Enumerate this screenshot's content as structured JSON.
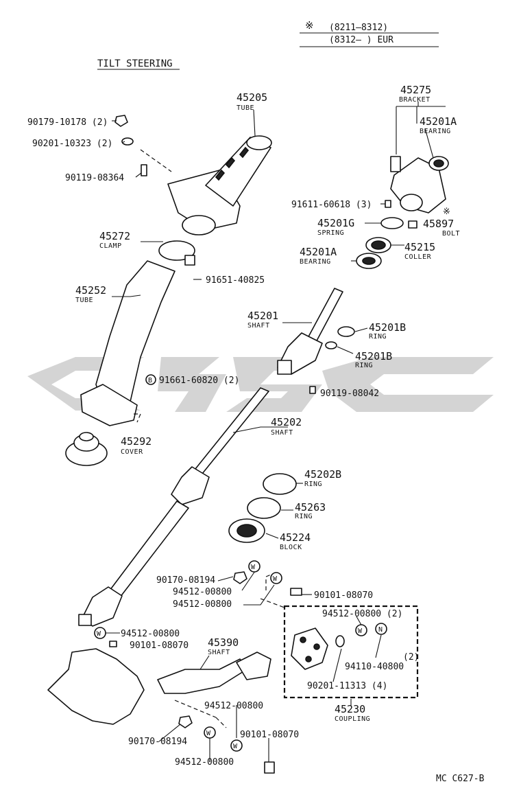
{
  "header": {
    "symbol": "※",
    "range_1": "(8211–8312)",
    "range_2": "(8312–        ) EUR",
    "title": "TILT STEERING"
  },
  "labels": {
    "p45205": {
      "num": "45205",
      "name": "TUBE"
    },
    "p90179": {
      "num": "90179-10178 (2)"
    },
    "p90201a": {
      "num": "90201-10323 (2)"
    },
    "p90119a": {
      "num": "90119-08364"
    },
    "p45272": {
      "num": "45272",
      "name": "CLAMP"
    },
    "p91651": {
      "num": "91651-40825"
    },
    "p45252": {
      "num": "45252",
      "name": "TUBE"
    },
    "p91661": {
      "num": "91661-60820 (2)",
      "mark": "B"
    },
    "p45292": {
      "num": "45292",
      "name": "COVER"
    },
    "p45275": {
      "num": "45275",
      "name": "BRACKET"
    },
    "p45201A_top": {
      "num": "45201A",
      "name": "BEARING"
    },
    "p91611": {
      "num": "91611-60618 (3)"
    },
    "p45201G": {
      "num": "45201G",
      "name": "SPRING"
    },
    "p45897": {
      "num": "45897",
      "name": "BOLT",
      "mark": "※"
    },
    "p45201A_bot": {
      "num": "45201A",
      "name": "BEARING"
    },
    "p45215": {
      "num": "45215",
      "name": "COLLER"
    },
    "p45201": {
      "num": "45201",
      "name": "SHAFT"
    },
    "p45201B_a": {
      "num": "45201B",
      "name": "RING"
    },
    "p45201B_b": {
      "num": "45201B",
      "name": "RING"
    },
    "p90119b": {
      "num": "90119-08042"
    },
    "p45202": {
      "num": "45202",
      "name": "SHAFT"
    },
    "p45202B": {
      "num": "45202B",
      "name": "RING"
    },
    "p45263": {
      "num": "45263",
      "name": "RING"
    },
    "p45224": {
      "num": "45224",
      "name": "BLOCK"
    },
    "p90170a": {
      "num": "90170-08194"
    },
    "p94512a": {
      "num": "94512-00800"
    },
    "p94512b": {
      "num": "94512-00800"
    },
    "p90101a": {
      "num": "90101-08070"
    },
    "p94512c": {
      "num": "94512-00800 (2)"
    },
    "p94110": {
      "num": "94110-40800",
      "qty": "(2)"
    },
    "p90201b": {
      "num": "90201-11313 (4)"
    },
    "p45230": {
      "num": "45230",
      "name": "COUPLING"
    },
    "p94512d": {
      "num": "94512-00800"
    },
    "p90101b": {
      "num": "90101-08070"
    },
    "p45390": {
      "num": "45390",
      "name": "SHAFT"
    },
    "p94512e": {
      "num": "94512-00800"
    },
    "p90170b": {
      "num": "90170-08194"
    },
    "p90101c": {
      "num": "90101-08070"
    },
    "p94512f": {
      "num": "94512-00800"
    }
  },
  "markers": {
    "w": "W",
    "n": "N"
  },
  "footer": {
    "code": "MC C627-B"
  }
}
